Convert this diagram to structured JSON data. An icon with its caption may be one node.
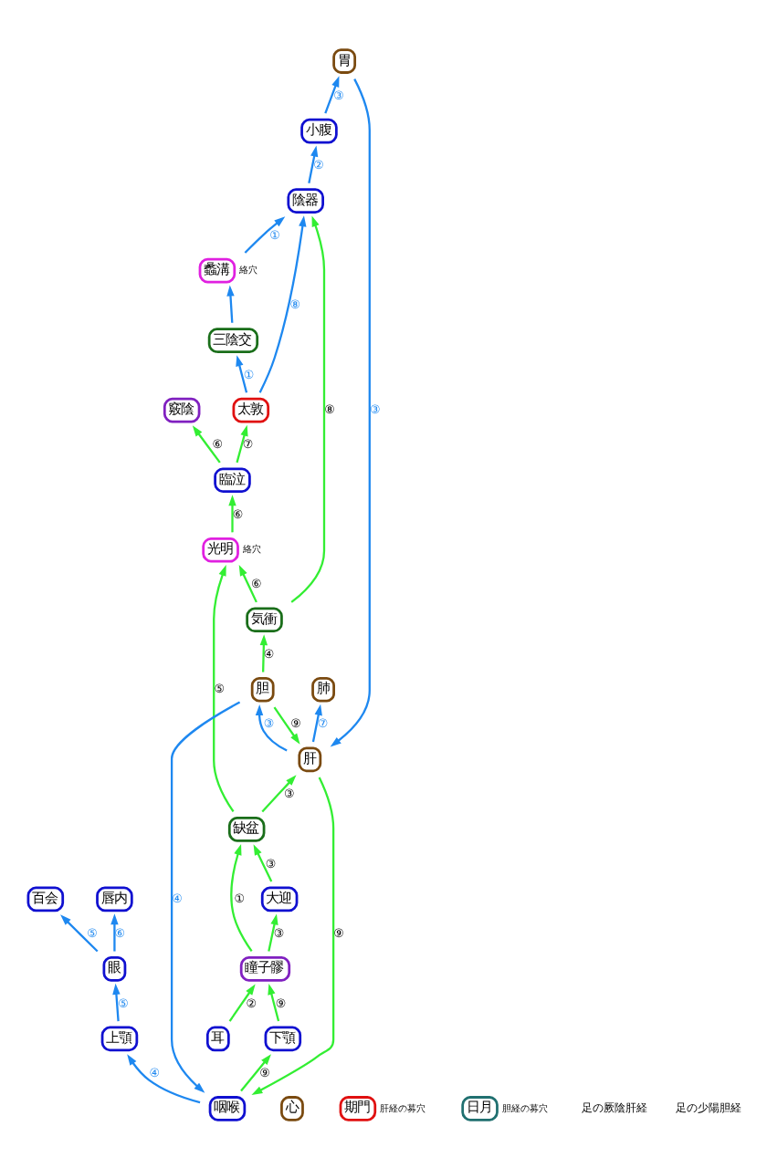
{
  "diagram": {
    "nodes": [
      {
        "text": [
          "百会"
        ]
      },
      {
        "text": [
          "瞳子髎"
        ]
      },
      {
        "text": [
          "眼"
        ]
      },
      {
        "text": [
          "耳"
        ]
      },
      {
        "text": [
          "唇内"
        ]
      },
      {
        "text": [
          "上顎"
        ]
      },
      {
        "text": [
          "大迎"
        ]
      },
      {
        "text": [
          "下顎"
        ]
      },
      {
        "text": [
          "咽喉"
        ]
      },
      {
        "text": [
          "缺盆"
        ]
      },
      {
        "text": [
          "肺"
        ]
      },
      {
        "text": [
          "心"
        ]
      },
      {
        "text": [
          "期門"
        ],
        "beside": [
          "肝経の募穴"
        ]
      },
      {
        "text": [
          "肝"
        ]
      },
      {
        "text": [
          "日月"
        ],
        "beside": [
          "胆経の募穴"
        ]
      },
      {
        "text": [
          "胆"
        ]
      },
      {
        "text": [
          "胃"
        ]
      },
      {
        "text": [
          "気衝"
        ]
      },
      {
        "text": [
          "小腹"
        ]
      },
      {
        "text": [
          "陰器"
        ]
      },
      {
        "text": [
          "蠡溝"
        ],
        "beside": [
          "絡穴"
        ]
      },
      {
        "text": [
          "光明"
        ],
        "beside": [
          "絡穴"
        ]
      },
      {
        "text": [
          "三陰交"
        ]
      },
      {
        "text": [
          "臨泣"
        ]
      },
      {
        "text": [
          "太敦"
        ]
      },
      {
        "text": [
          "竅陰"
        ]
      }
    ],
    "edges": [
      {
        "from": 24,
        "to": 22,
        "arrow": "to",
        "label": "①",
        "color": "#1e88f0"
      },
      {
        "from": 22,
        "to": 20,
        "arrow": "to",
        "color": "#1e88f0"
      },
      {
        "from": 20,
        "to": 19,
        "arrow": "to",
        "label": "①",
        "color": "#1e88f0"
      },
      {
        "from": 19,
        "to": 18,
        "arrow": "to",
        "label": "②",
        "color": "#1e88f0"
      },
      {
        "from": 18,
        "to": 16,
        "arrow": "to",
        "label": "③",
        "color": "#1e88f0"
      },
      {
        "from": 16,
        "to": 13,
        "arrow": "to",
        "label": "③",
        "color": "#1e88f0"
      },
      {
        "from": 13,
        "to": 15,
        "arrow": "to",
        "label": "③",
        "color": "#1e88f0"
      },
      {
        "from": 15,
        "to": 8,
        "arrow": "to",
        "label": "④",
        "color": "#1e88f0"
      },
      {
        "from": 8,
        "to": 5,
        "arrow": "to",
        "label": "④",
        "color": "#1e88f0"
      },
      {
        "from": 5,
        "to": 2,
        "arrow": "to",
        "label": "⑤",
        "color": "#1e88f0"
      },
      {
        "from": 2,
        "to": 0,
        "arrow": "to",
        "label": "⑤",
        "color": "#1e88f0"
      },
      {
        "from": 2,
        "to": 4,
        "arrow": "to",
        "label": "⑥",
        "color": "#1e88f0"
      },
      {
        "from": 13,
        "to": 10,
        "arrow": "to",
        "label": "⑦",
        "color": "#1e88f0"
      },
      {
        "from": 24,
        "to": 19,
        "arrow": "to",
        "label": "⑧",
        "color": "#1e88f0"
      },
      {
        "from": 1,
        "to": 9,
        "arrow": "to",
        "label": "①"
      },
      {
        "from": 3,
        "to": 1,
        "arrow": "to",
        "label": "②"
      },
      {
        "from": 1,
        "to": 6,
        "arrow": "to",
        "label": "③"
      },
      {
        "from": 6,
        "to": 9,
        "arrow": "to",
        "label": "③"
      },
      {
        "from": 9,
        "to": 13,
        "arrow": "to",
        "label": "③"
      },
      {
        "from": 15,
        "to": 17,
        "arrow": "to",
        "label": "④"
      },
      {
        "from": 9,
        "to": 21,
        "arrow": "to",
        "label": "⑤"
      },
      {
        "from": 17,
        "to": 21,
        "arrow": "to",
        "label": "⑥"
      },
      {
        "from": 21,
        "to": 23,
        "arrow": "to",
        "label": "⑥"
      },
      {
        "from": 23,
        "to": 25,
        "arrow": "to",
        "label": "⑥"
      },
      {
        "from": 23,
        "to": 24,
        "arrow": "to",
        "label": "⑦"
      },
      {
        "from": 17,
        "to": 19,
        "arrow": "to",
        "label": "⑧"
      },
      {
        "from": 15,
        "to": 13,
        "arrow": "to",
        "label": "⑨"
      },
      {
        "from": 13,
        "to": 8,
        "arrow": "to",
        "label": "⑨"
      },
      {
        "from": 8,
        "to": 7,
        "arrow": "to",
        "label": "⑨"
      },
      {
        "from": 7,
        "to": 1,
        "arrow": "to",
        "label": "⑨"
      }
    ],
    "labels": [
      "足の厥陰肝経",
      "足の少陽胆経"
    ]
  }
}
